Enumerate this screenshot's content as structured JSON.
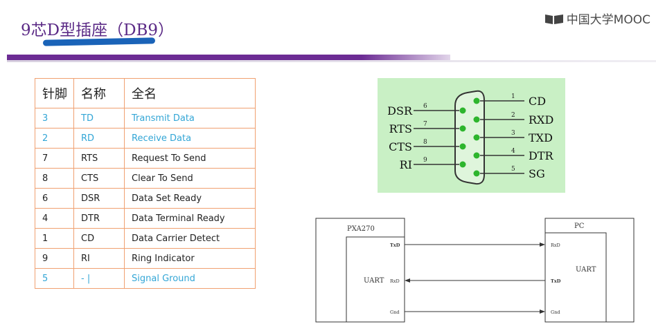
{
  "slide": {
    "title": "9芯D型插座（DB9）",
    "logo_text": "中国大学MOOC"
  },
  "table": {
    "headers": [
      "针脚",
      "名称",
      "全名"
    ],
    "rows": [
      {
        "pin": "3",
        "name": "TD",
        "full": "Transmit Data",
        "highlight": true
      },
      {
        "pin": "2",
        "name": "RD",
        "full": "Receive Data",
        "highlight": true
      },
      {
        "pin": "7",
        "name": "RTS",
        "full": "Request To Send",
        "highlight": false
      },
      {
        "pin": "8",
        "name": "CTS",
        "full": "Clear To Send",
        "highlight": false
      },
      {
        "pin": "6",
        "name": "DSR",
        "full": "Data Set Ready",
        "highlight": false
      },
      {
        "pin": "4",
        "name": "DTR",
        "full": "Data Terminal Ready",
        "highlight": false
      },
      {
        "pin": "1",
        "name": "CD",
        "full": "Data Carrier Detect",
        "highlight": false
      },
      {
        "pin": "9",
        "name": "RI",
        "full": "Ring Indicator",
        "highlight": false
      },
      {
        "pin": "5",
        "name": "- |",
        "full": "Signal Ground",
        "highlight": true
      }
    ]
  },
  "connector": {
    "left_pins": [
      {
        "label": "DSR",
        "num": "6"
      },
      {
        "label": "RTS",
        "num": "7"
      },
      {
        "label": "CTS",
        "num": "8"
      },
      {
        "label": "RI",
        "num": "9"
      }
    ],
    "right_pins": [
      {
        "label": "CD",
        "num": "1"
      },
      {
        "label": "RXD",
        "num": "2"
      },
      {
        "label": "TXD",
        "num": "3"
      },
      {
        "label": "DTR",
        "num": "4"
      },
      {
        "label": "SG",
        "num": "5"
      }
    ]
  },
  "uart_diagram": {
    "left_device": "PXA270",
    "right_device": "PC",
    "left_uart": "UART",
    "right_uart": "UART",
    "left_signals": [
      "TxD",
      "RxD",
      "Gnd"
    ],
    "right_signals": [
      "RxD",
      "TxD",
      "Gnd"
    ]
  },
  "colors": {
    "accent_purple": "#6c2c94",
    "highlight_blue": "#33a6d6",
    "table_border": "#f0a070",
    "connector_bg": "#c9f0c5"
  }
}
